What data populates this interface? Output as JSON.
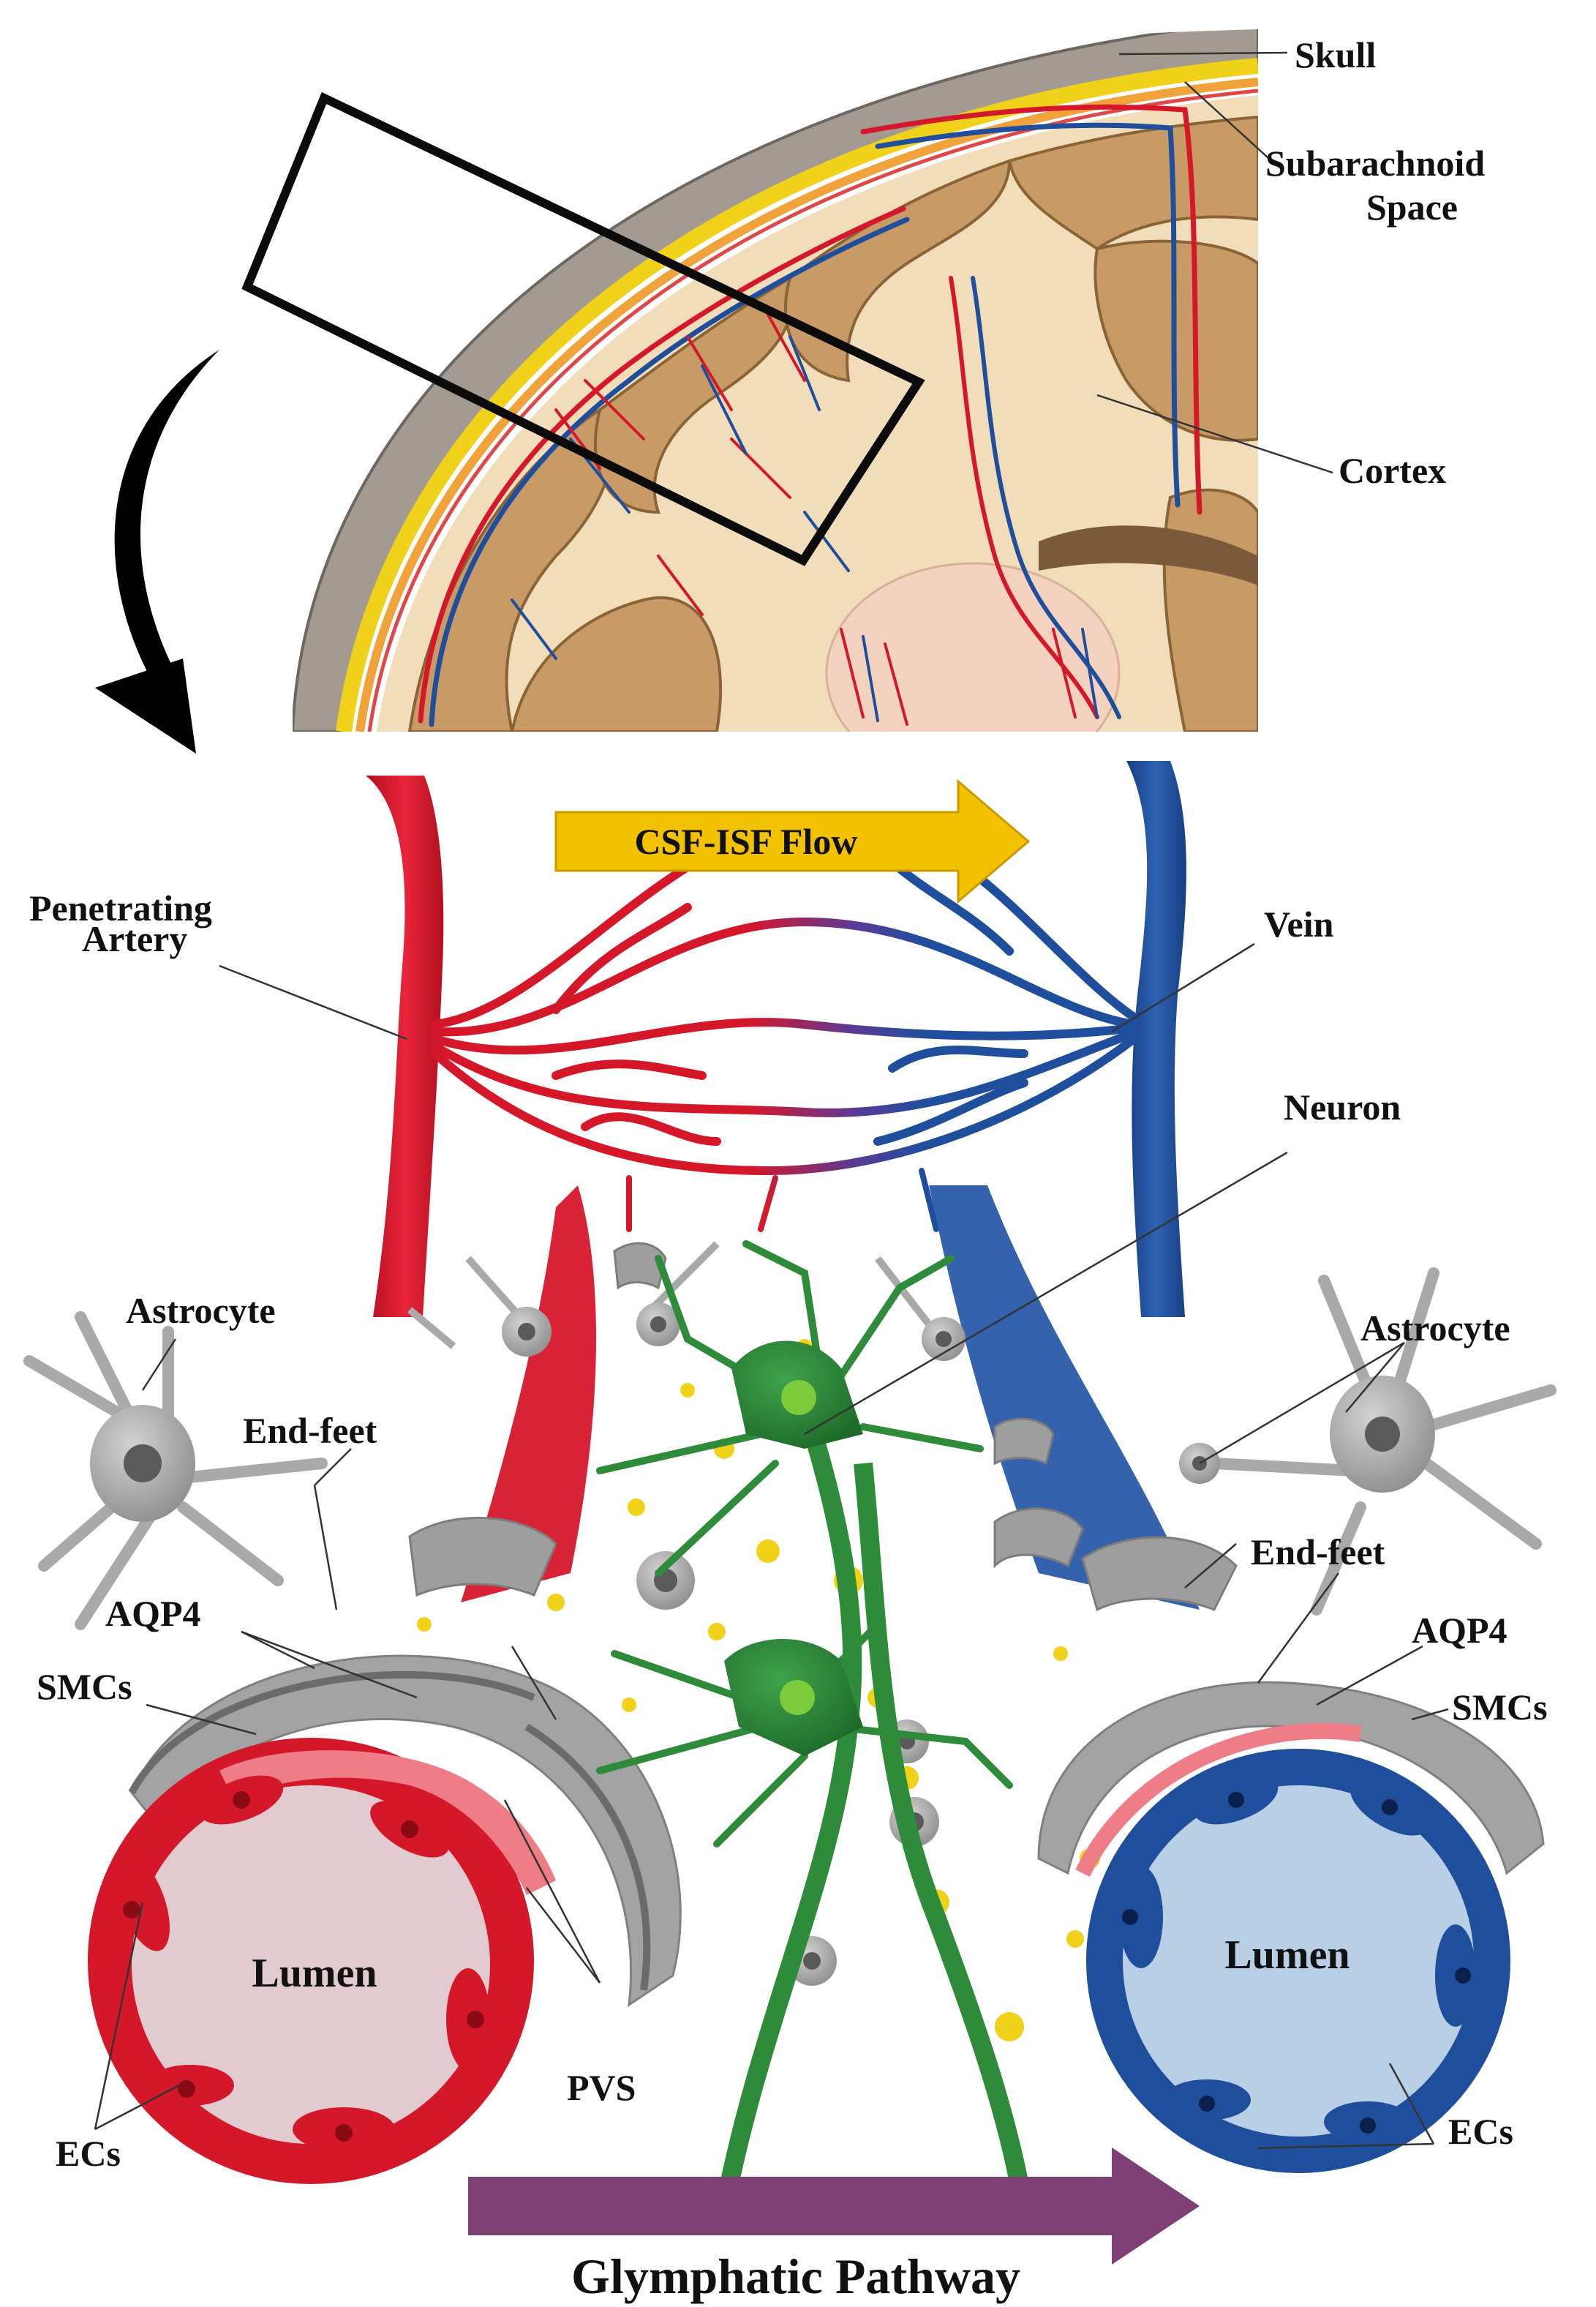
{
  "labels": {
    "skull": "Skull",
    "subarachnoid_line1": "Subarachnoid",
    "subarachnoid_line2": "Space",
    "cortex": "Cortex",
    "penetrating_line1": "Penetrating",
    "penetrating_line2": "Artery",
    "vein": "Vein",
    "csf_isf_flow": "CSF-ISF Flow",
    "neuron": "Neuron",
    "astrocyte_left": "Astrocyte",
    "astrocyte_right": "Astrocyte",
    "endfeet_left": "End-feet",
    "endfeet_right": "End-feet",
    "aqp4_left": "AQP4",
    "aqp4_right": "AQP4",
    "smcs_left": "SMCs",
    "smcs_right": "SMCs",
    "lumen_left": "Lumen",
    "lumen_right": "Lumen",
    "pvs": "PVS",
    "ecs_left": "ECs",
    "ecs_right": "ECs",
    "glymphatic": "Glymphatic Pathway"
  },
  "colors": {
    "artery": "#d5172a",
    "vein": "#1f4f9c",
    "neuron": "#2e8b3a",
    "astrocyte": "#a9a9a9",
    "csf_arrow": "#f2c200",
    "glymphatic_arrow": "#7d3f74",
    "cortex": "#c89a66",
    "white_matter": "#f1ddb9",
    "skull": "#a39a92",
    "csf_dots": "#f1d21a"
  }
}
